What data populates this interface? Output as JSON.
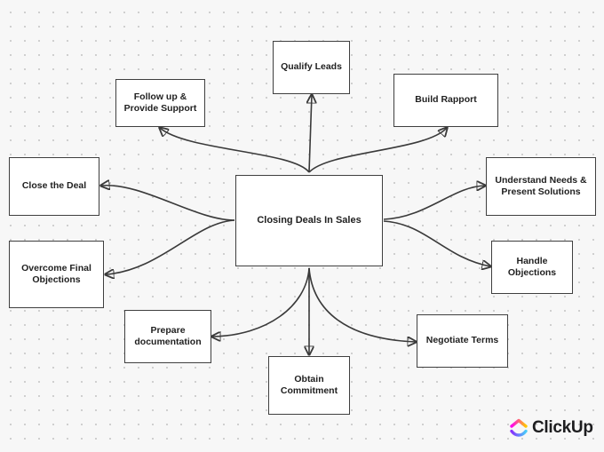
{
  "diagram": {
    "central": "Closing Deals In Sales",
    "branches": {
      "qualify_leads": "Qualify Leads",
      "build_rapport": "Build Rapport",
      "follow_up": "Follow up &\nProvide Support",
      "close_deal": "Close the Deal",
      "understand_needs": "Understand Needs &\nPresent Solutions",
      "handle_objections": "Handle\nObjections",
      "overcome_objections": "Overcome Final\nObjections",
      "prepare_documentation": "Prepare\ndocumentation",
      "negotiate_terms": "Negotiate Terms",
      "obtain_commitment": "Obtain\nCommitment"
    }
  },
  "branding": {
    "logo_text": "ClickUp",
    "logo_icon": "clickup-logo-icon",
    "logo_colors": [
      "#7b68ee",
      "#ff5fa2",
      "#ff9f1c",
      "#49ccf9"
    ]
  },
  "colors": {
    "background": "#f7f7f7",
    "box_fill": "#ffffff",
    "box_border": "#3f3f3f",
    "connector": "#3a3a3a"
  }
}
